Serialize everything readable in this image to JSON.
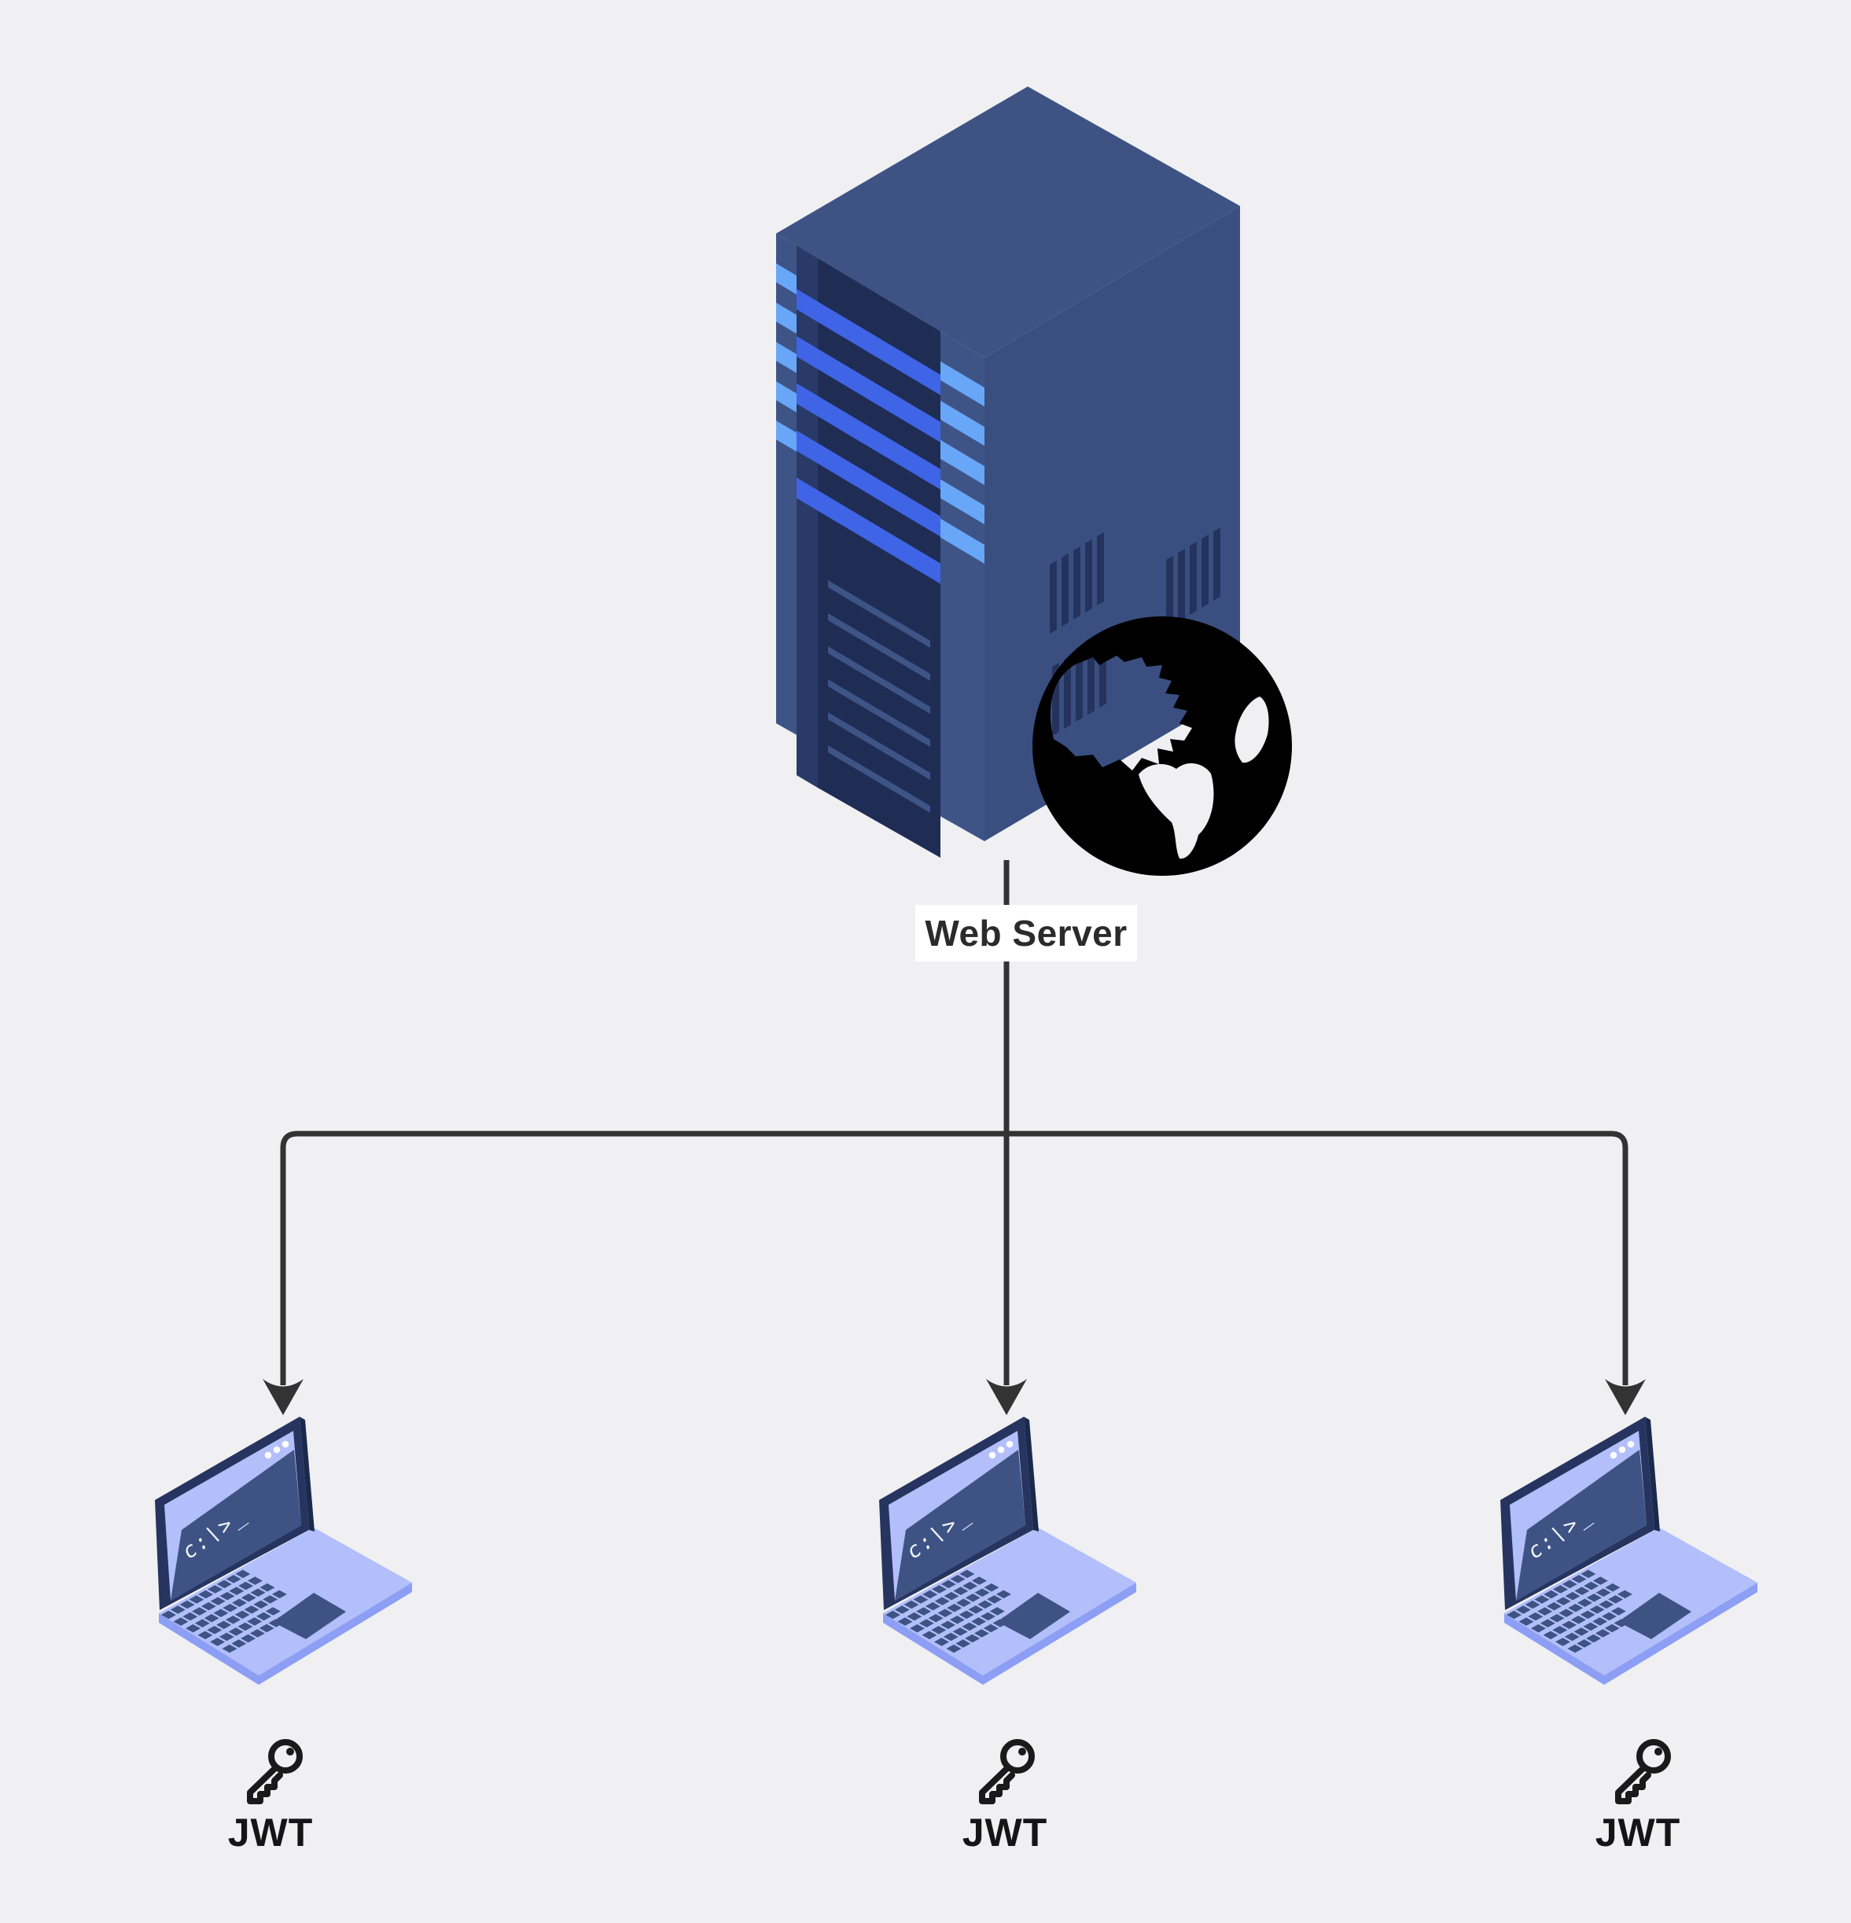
{
  "page": {
    "background": "#f0f0f2"
  },
  "server": {
    "label": "Web Server",
    "label_color": "#2b2b2b",
    "label_background": "#ffffff",
    "icon": "globe-icon",
    "palette": {
      "top_face": "#3e5384",
      "left_face": "#3e5486",
      "right_face": "#3a4f80",
      "panel": "#1f2d55",
      "panel_side": "#2a3a68",
      "panel_top": "#2c3d70",
      "stripe_light": "#68a6f8",
      "stripe_blue": "#3f64e5",
      "vent_slat": "#24335e",
      "globe": "#000000"
    }
  },
  "connectors": {
    "color": "#333333",
    "arrow_count": 3
  },
  "clients": [
    {
      "id": "client-1",
      "terminal_prompt": "c:\\>_",
      "token_label": "JWT"
    },
    {
      "id": "client-2",
      "terminal_prompt": "c:\\>_",
      "token_label": "JWT"
    },
    {
      "id": "client-3",
      "terminal_prompt": "c:\\>_",
      "token_label": "JWT"
    }
  ],
  "laptop_palette": {
    "base": "#b2bffa",
    "base_side": "#8d9ef5",
    "keys": "#3e5384",
    "screen_frame": "#26345f",
    "screen_bezel": "#b2bffa",
    "screen_content": "#3e5384",
    "window_dots": "#ffffff",
    "prompt_text": "#f2f5ff"
  },
  "key_icon": {
    "name": "key-icon",
    "color": "#1a1a1a"
  }
}
